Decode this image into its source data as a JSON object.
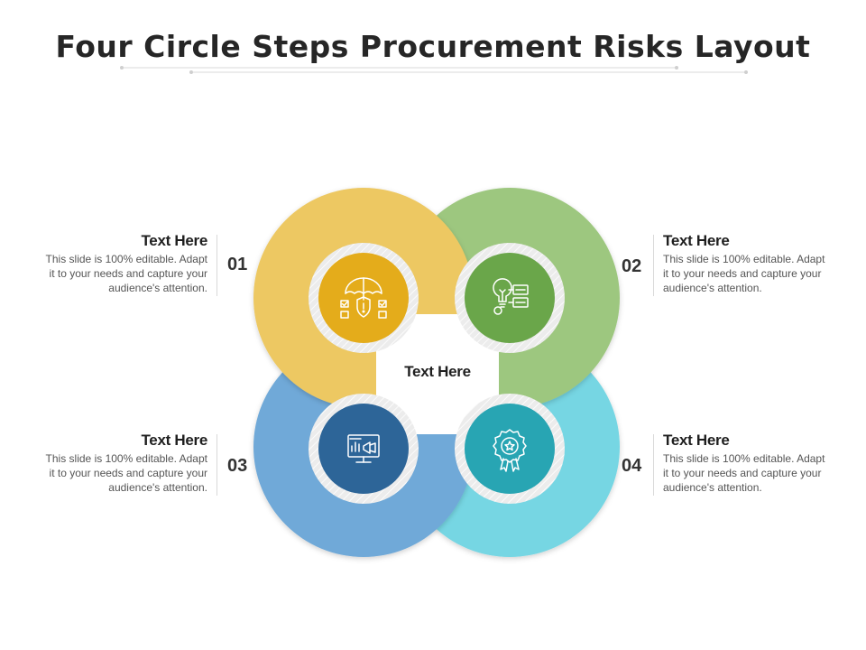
{
  "title": "Four Circle Steps Procurement Risks Layout",
  "center_label": "Text Here",
  "colors": {
    "yellow": "#edc862",
    "green": "#9dc77f",
    "blue": "#6fa9d8",
    "cyan": "#76d6e3",
    "yellow_inner": "#e4ac1b",
    "green_inner": "#6aa64a",
    "blue_inner": "#2d6598",
    "cyan_inner": "#28a5b3"
  },
  "steps": [
    {
      "number": "01",
      "heading": "Text Here",
      "desc_lines": [
        "This slide is 100% editable. Adapt",
        "it to your needs and capture your",
        "audience's attention."
      ],
      "icon": "umbrella-shield-checklist-icon"
    },
    {
      "number": "02",
      "heading": "Text Here",
      "desc_lines": [
        "This slide is 100% editable. Adapt",
        "it to your needs and capture your",
        "audience's attention."
      ],
      "icon": "lightbulb-chat-icon"
    },
    {
      "number": "03",
      "heading": "Text Here",
      "desc_lines": [
        "This slide is 100% editable. Adapt",
        "it to your needs and capture your",
        "audience's attention."
      ],
      "icon": "monitor-megaphone-icon"
    },
    {
      "number": "04",
      "heading": "Text Here",
      "desc_lines": [
        "This slide is 100% editable. Adapt",
        "it to your needs and capture your",
        "audience's attention."
      ],
      "icon": "award-badge-icon"
    }
  ]
}
